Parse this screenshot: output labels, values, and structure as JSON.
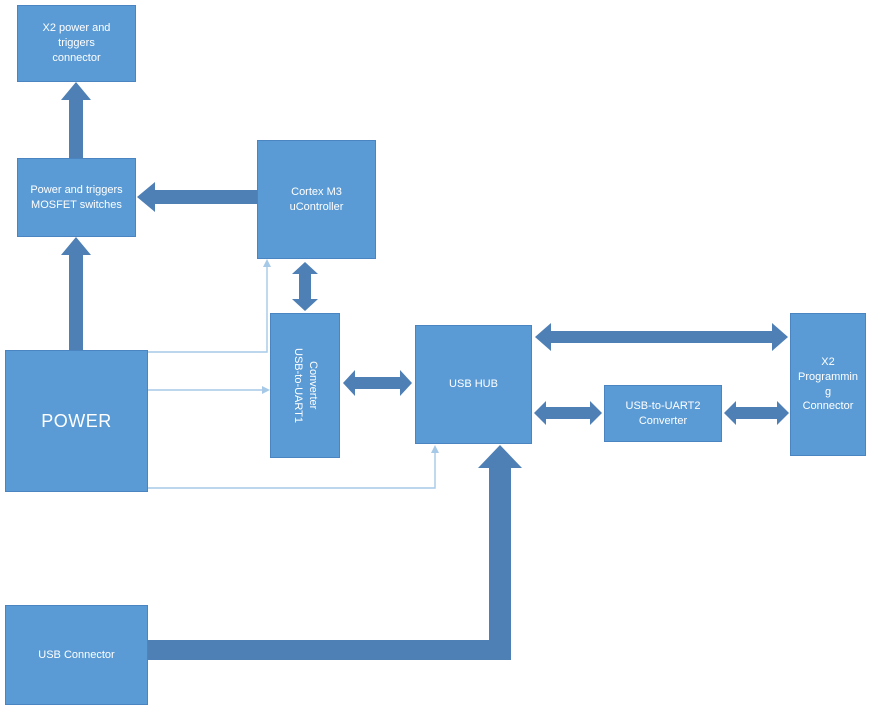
{
  "diagram": {
    "type": "block-diagram",
    "colors": {
      "background": "#FFFFFF",
      "block_fill": "#5B9BD5",
      "block_border": "#4A85C2",
      "block_text": "#FFFFFF",
      "thick_arrow": "#4E7FB5",
      "thin_line": "#A6C9E8"
    },
    "blocks": {
      "x2_power_triggers_connector": {
        "label": "X2 power and triggers connector",
        "label_lines": [
          "X2 power and",
          "triggers",
          "connector"
        ]
      },
      "mosfet_switches": {
        "label": "Power and triggers MOSFET switches",
        "label_lines": [
          "Power and triggers",
          "MOSFET switches"
        ]
      },
      "cortex_m3": {
        "label": "Cortex M3 uController",
        "label_lines": [
          "Cortex M3",
          "uController"
        ]
      },
      "uart1": {
        "label": "USB-to-UART1 Converter",
        "label_lines": [
          "USB-to-UART1",
          "Converter"
        ]
      },
      "power": {
        "label": "POWER"
      },
      "usb_hub": {
        "label": "USB HUB"
      },
      "uart2": {
        "label": "USB-to-UART2 Converter",
        "label_lines": [
          "USB-to-UART2",
          "Converter"
        ]
      },
      "x2_programming": {
        "label": "X2 Programming Connector",
        "label_lines": [
          "X2",
          "Programmin",
          "g",
          "Connector"
        ]
      },
      "usb_connector": {
        "label": "USB Connector"
      }
    },
    "connections": [
      {
        "from": "Power and triggers MOSFET switches",
        "to": "X2 power and triggers connector",
        "style": "thick-arrow"
      },
      {
        "from": "Cortex M3 uController",
        "to": "Power and triggers MOSFET switches",
        "style": "thick-arrow"
      },
      {
        "from": "POWER",
        "to": "Power and triggers MOSFET switches",
        "style": "thick-arrow"
      },
      {
        "from": "Cortex M3 uController",
        "to": "USB-to-UART1 Converter",
        "style": "thick-double-arrow"
      },
      {
        "from": "USB-to-UART1 Converter",
        "to": "USB HUB",
        "style": "thick-double-arrow"
      },
      {
        "from": "USB HUB",
        "to": "X2 Programming Connector",
        "style": "thick-double-arrow"
      },
      {
        "from": "USB HUB",
        "to": "USB-to-UART2 Converter",
        "style": "thick-double-arrow"
      },
      {
        "from": "USB-to-UART2 Converter",
        "to": "X2 Programming Connector",
        "style": "thick-double-arrow"
      },
      {
        "from": "USB Connector",
        "to": "USB HUB",
        "style": "thick-arrow"
      },
      {
        "from": "POWER",
        "to": "Cortex M3 uController",
        "style": "thin-line-arrow"
      },
      {
        "from": "POWER",
        "to": "USB-to-UART1 Converter",
        "style": "thin-line-arrow"
      },
      {
        "from": "POWER",
        "to": "USB HUB",
        "style": "thin-line-arrow"
      }
    ]
  }
}
